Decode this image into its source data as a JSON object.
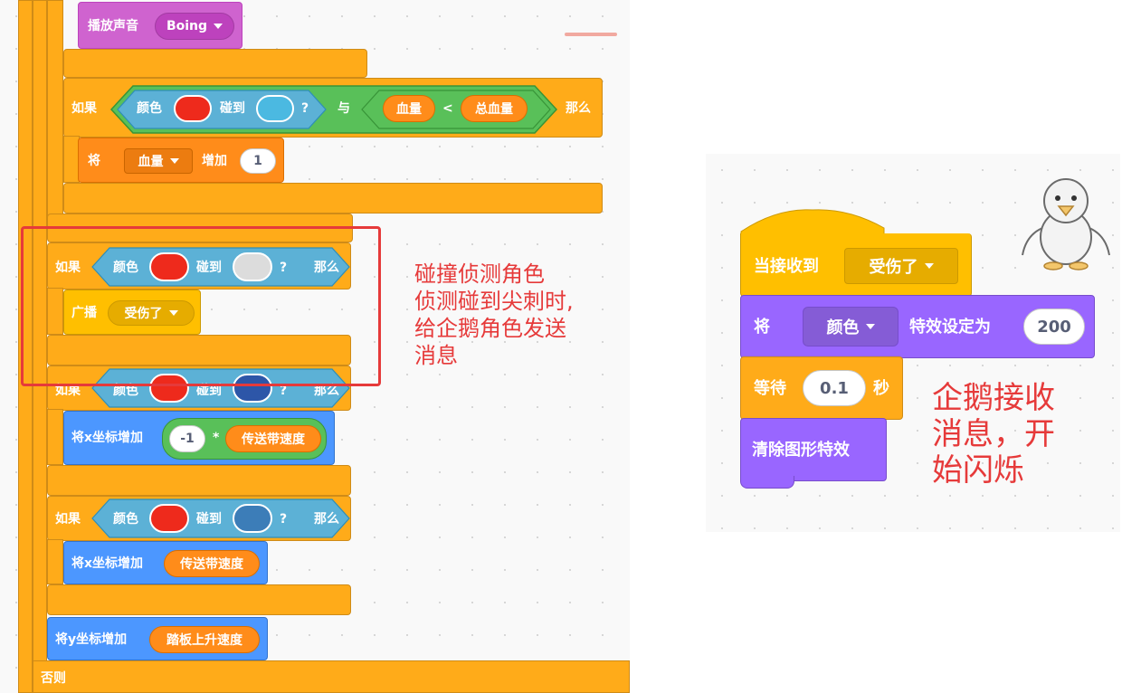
{
  "left": {
    "play_sound": {
      "label": "播放声音",
      "sound": "Boing"
    },
    "if1": {
      "if": "如果",
      "color": "颜色",
      "touch": "碰到",
      "q": "?",
      "and": "与",
      "hp": "血量",
      "lt": "<",
      "total": "总血量",
      "then": "那么"
    },
    "change_hp": {
      "set": "将",
      "var": "血量",
      "change": "增加",
      "value": "1"
    },
    "if2": {
      "if": "如果",
      "color": "颜色",
      "touch": "碰到",
      "q": "?",
      "then": "那么"
    },
    "broadcast": {
      "label": "广播",
      "message": "受伤了"
    },
    "if3": {
      "if": "如果",
      "color": "颜色",
      "touch": "碰到",
      "q": "?",
      "then": "那么"
    },
    "change_x1": {
      "label": "将x坐标增加",
      "value": "-1",
      "times": "*",
      "speed": "传送带速度"
    },
    "if4": {
      "if": "如果",
      "color": "颜色",
      "touch": "碰到",
      "q": "?",
      "then": "那么"
    },
    "change_x2": {
      "label": "将x坐标增加",
      "speed": "传送带速度"
    },
    "change_y": {
      "label": "将y坐标增加",
      "speed": "踏板上升速度"
    },
    "else": "否则"
  },
  "annotation_left": [
    "碰撞侦测角色",
    "侦测碰到尖刺时,",
    "给企鹅角色发送",
    "消息"
  ],
  "right": {
    "hat": {
      "label": "当接收到",
      "message": "受伤了"
    },
    "set_effect": {
      "set": "将",
      "effect": "颜色",
      "label": "特效设定为",
      "value": "200"
    },
    "wait": {
      "label": "等待",
      "value": "0.1",
      "unit": "秒"
    },
    "clear": {
      "label": "清除图形特效"
    }
  },
  "annotation_right": [
    "企鹅接收",
    "消息，开",
    "始闪烁"
  ],
  "colors": {
    "control": "#ffab19",
    "sensing": "#5cb1d6",
    "operators": "#59c059",
    "variables": "#ff8c1a",
    "motion": "#4c97ff",
    "looks": "#9966ff",
    "sound": "#cf63cf",
    "events": "#ffbf00",
    "annotation": "#e63a3a",
    "swatch_red": "#ee2a1c",
    "swatch_cyan": "#4bb9e1",
    "swatch_gray": "#dcdcdc",
    "swatch_navy": "#2d56a8",
    "swatch_steel": "#3c7db8"
  }
}
